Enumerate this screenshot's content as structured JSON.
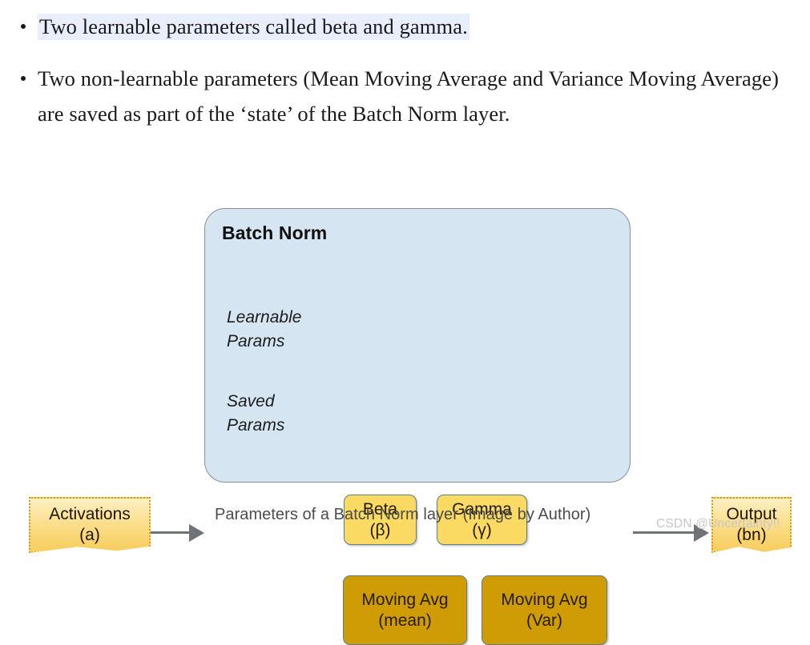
{
  "bullets": [
    {
      "text": "Two learnable parameters called beta and gamma.",
      "highlighted": true,
      "highlight_color": "#e8eefc"
    },
    {
      "text": "Two non-learnable parameters (Mean Moving Average and Variance Moving Average) are saved as part of the ‘state’ of the Batch Norm layer.",
      "highlighted": false
    }
  ],
  "diagram": {
    "container": {
      "title": "Batch Norm",
      "fill_color": "#d5e5f2",
      "border_color": "#8a8f95"
    },
    "input_node": {
      "line1": "Activations",
      "line2": "(a)",
      "fill_color": "#fbdf8e",
      "border_color": "#d79b1e"
    },
    "output_node": {
      "line1": "Output",
      "line2": "(bn)",
      "fill_color": "#fbdf8e",
      "border_color": "#d79b1e"
    },
    "groups": [
      {
        "label": "Learnable\nParams",
        "style": "learnable",
        "fill_color": "#fada62",
        "boxes": [
          {
            "line1": "Beta",
            "line2": "(β)"
          },
          {
            "line1": "Gamma",
            "line2": "(γ)"
          }
        ]
      },
      {
        "label": "Saved\nParams",
        "style": "saved",
        "fill_color": "#cf9c06",
        "boxes": [
          {
            "line1": "Moving Avg",
            "line2": "(mean)"
          },
          {
            "line1": "Moving Avg",
            "line2": "(Var)"
          }
        ]
      }
    ],
    "arrows": [
      {
        "name": "input-arrow",
        "color": "#6f7276"
      },
      {
        "name": "output-arrow",
        "color": "#6f7276"
      }
    ]
  },
  "caption": "Parameters of a Batch Norm layer (Image by Author)",
  "watermark": "CSDN @Uncertainty!!"
}
